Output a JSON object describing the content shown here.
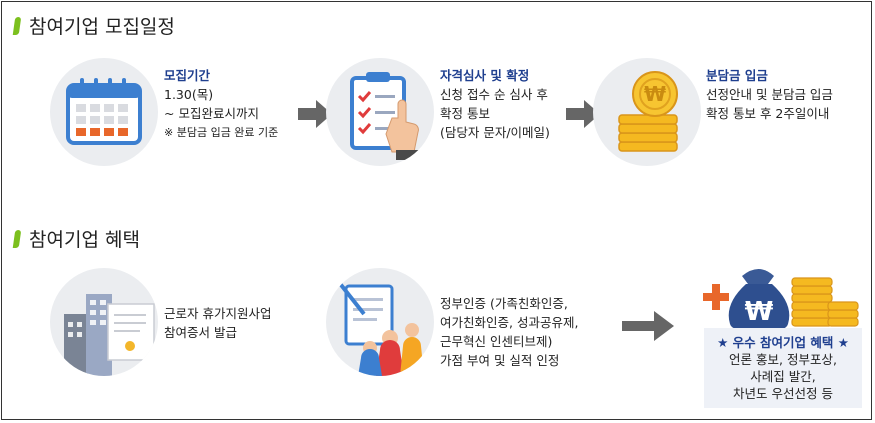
{
  "section1": {
    "title": "참여기업 모집일정"
  },
  "section2": {
    "title": "참여기업 혜택"
  },
  "steps": [
    {
      "heading": "모집기간",
      "lines": [
        "1.30(목)",
        "~ 모집완료시까지"
      ],
      "note": "※ 분담금 입금 완료 기준",
      "icon": "calendar-icon"
    },
    {
      "heading": "자격심사 및 확정",
      "lines": [
        "신청 접수 순 심사 후",
        "확정 통보",
        "(담당자 문자/이메일)"
      ],
      "icon": "checklist-clipboard-icon"
    },
    {
      "heading": "분담금 입금",
      "lines": [
        "선정안내 및 분담금 입금",
        "확정 통보 후 2주일이내"
      ],
      "icon": "won-coins-icon"
    }
  ],
  "benefits": [
    {
      "lines": [
        "근로자 휴가지원사업",
        "참여증서 발급"
      ],
      "icon": "building-certificate-icon"
    },
    {
      "lines": [
        "정부인증 (가족친화인증,",
        "여가친화인증, 성과공유제,",
        "근무혁신 인센티브제)",
        "가점 부여 및 실적 인정"
      ],
      "icon": "clipboard-people-icon"
    }
  ],
  "excellent": {
    "heading": "★ 우수 참여기업 혜택 ★",
    "lines": [
      "언론 홍보, 정부포상,",
      "사례집 발간,",
      "차년도 우선선정 등"
    ],
    "icon": "money-bag-icon",
    "currency_symbol": "₩"
  },
  "colors": {
    "accent_green": "#7cc01e",
    "heading_blue": "#1f3f8f",
    "circle_gray": "#ebedf0",
    "arrow_gray": "#666666"
  }
}
